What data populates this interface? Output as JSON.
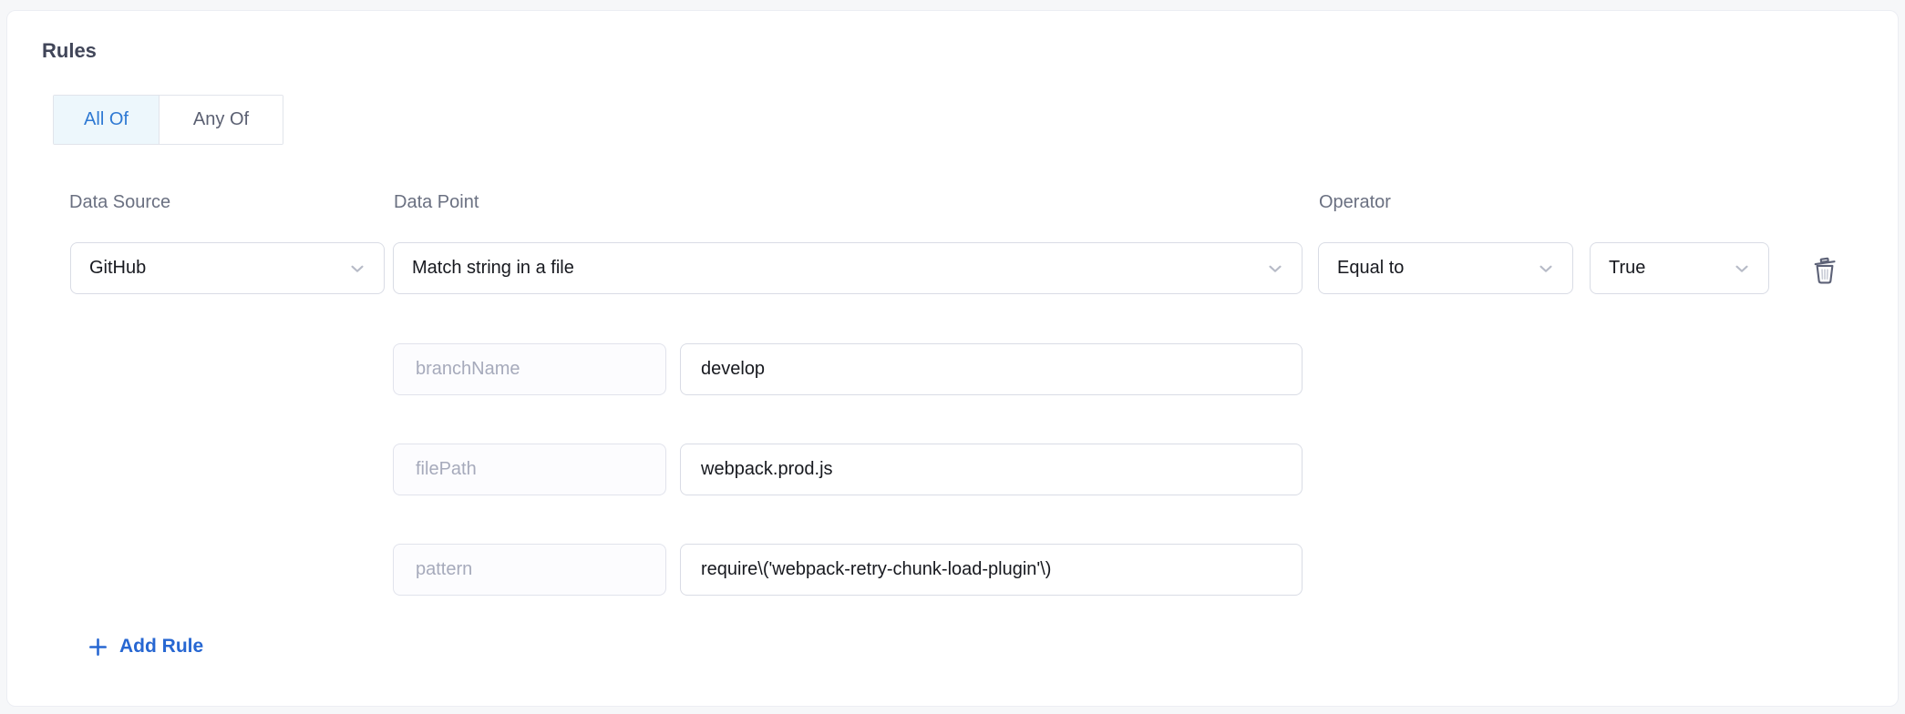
{
  "rules": {
    "heading": "Rules",
    "match_mode": {
      "options": [
        {
          "label": "All Of",
          "selected": true
        },
        {
          "label": "Any Of",
          "selected": false
        }
      ]
    },
    "rule": {
      "data_source": {
        "label": "Data Source",
        "value": "GitHub"
      },
      "data_point": {
        "label": "Data Point",
        "value": "Match string in a file"
      },
      "operator": {
        "label": "Operator",
        "value": "Equal to"
      },
      "expected": {
        "value": "True"
      },
      "params": [
        {
          "key": "branchName",
          "value": "develop"
        },
        {
          "key": "filePath",
          "value": "webpack.prod.js"
        },
        {
          "key": "pattern",
          "value": "require\\('webpack-retry-chunk-load-plugin'\\)"
        }
      ]
    },
    "add_rule_label": "Add Rule"
  },
  "colors": {
    "accent_blue": "#2e79d3",
    "link_blue": "#2767d2",
    "selected_tab_bg": "#edf7fc",
    "page_bg": "#f6f7f9"
  }
}
